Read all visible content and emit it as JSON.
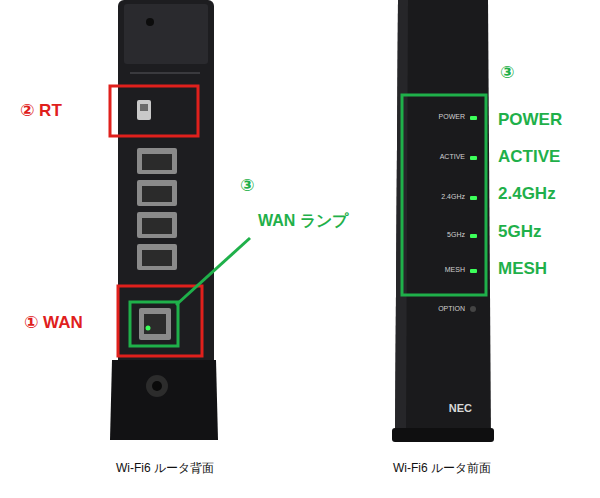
{
  "diagram": {
    "labels": [
      "② RT",
      "③",
      "WAN ランプ",
      "① WAN",
      "POWER",
      "ACTIVE",
      "2.4GHz",
      "5GHz",
      "MESH",
      "OPTION",
      "NEC",
      "③",
      "POWER",
      "ACTIVE",
      "2.4GHz",
      "5GHz",
      "MESH",
      "Wi-Fi6 ルータ背面",
      "Wi-Fi6 ルータ前面"
    ]
  }
}
